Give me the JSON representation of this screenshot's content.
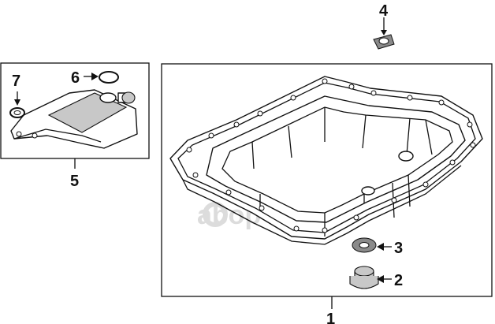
{
  "callouts": {
    "c1": "1",
    "c2": "2",
    "c3": "3",
    "c4": "4",
    "c5": "5",
    "c6": "6",
    "c7": "7"
  },
  "watermark": "abop",
  "colors": {
    "line": "#111111",
    "fill_part": "#c8c8c8",
    "watermark": "#dcdcdc"
  }
}
